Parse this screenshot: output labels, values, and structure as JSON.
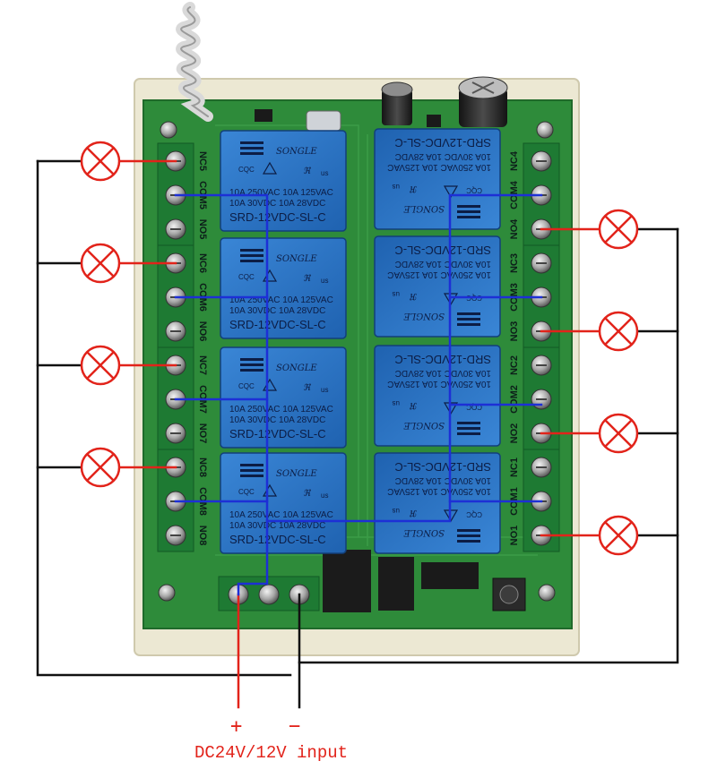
{
  "relay": {
    "brand": "SONGLE",
    "rating_line1": "10A 250VAC 10A 125VAC",
    "rating_line2": "10A 30VDC 10A 28VDC",
    "model": "SRD-12VDC-SL-C",
    "cert_cqc": "CQC",
    "cert_us": "us"
  },
  "terminals": {
    "left": [
      "NC5",
      "COM5",
      "NO5",
      "NC6",
      "COM6",
      "NO6",
      "NC7",
      "COM7",
      "NO7",
      "NC8",
      "COM8",
      "NO8"
    ],
    "right": [
      "NC4",
      "COM4",
      "NO4",
      "NC3",
      "COM3",
      "NO3",
      "NC2",
      "COM2",
      "NO2",
      "NC1",
      "COM1",
      "NO1"
    ]
  },
  "power": {
    "plus": "+",
    "minus": "−",
    "caption": "DC24V/12V input"
  },
  "colors": {
    "pcb": "#2e8b3a",
    "relay": "#2b74c6",
    "enclosure": "#ece8d3",
    "wire_red": "#e2231a",
    "wire_black": "#111111",
    "wire_blue": "#1d2fd6",
    "lamp_fill": "#ffffff"
  },
  "icons": {
    "lamp": "lamp-icon",
    "antenna": "antenna-icon",
    "capacitor": "capacitor-icon",
    "button": "push-button-icon"
  }
}
